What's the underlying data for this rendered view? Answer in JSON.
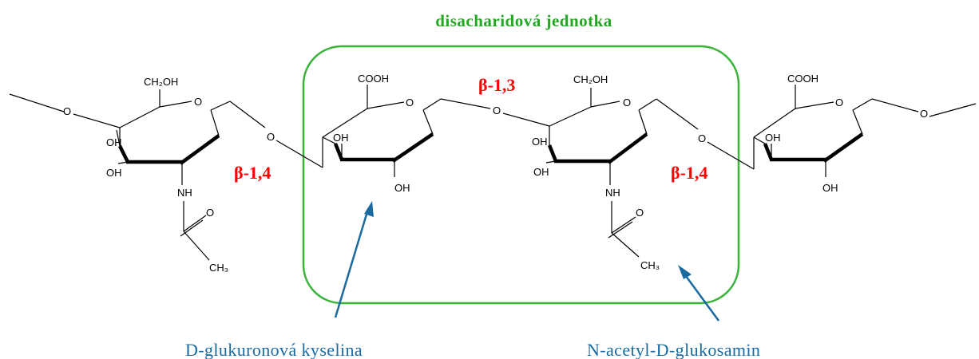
{
  "unit": {
    "title": "disacharidová jednotka",
    "frame_color": "#3cb43c"
  },
  "linkages": {
    "left": "β-1,4",
    "middle": "β-1,3",
    "right": "β-1,4",
    "color": "#ff0000"
  },
  "captions": {
    "glucuronic": "D-glukuronová kyselina",
    "glucosamine": "N-acetyl-D-glukosamin",
    "color": "#1a6aa0"
  },
  "groups": {
    "ch2oh": "CH₂OH",
    "cooh": "COOH",
    "oh": "OH",
    "o": "O",
    "nh": "NH",
    "ch3": "CH₃"
  }
}
